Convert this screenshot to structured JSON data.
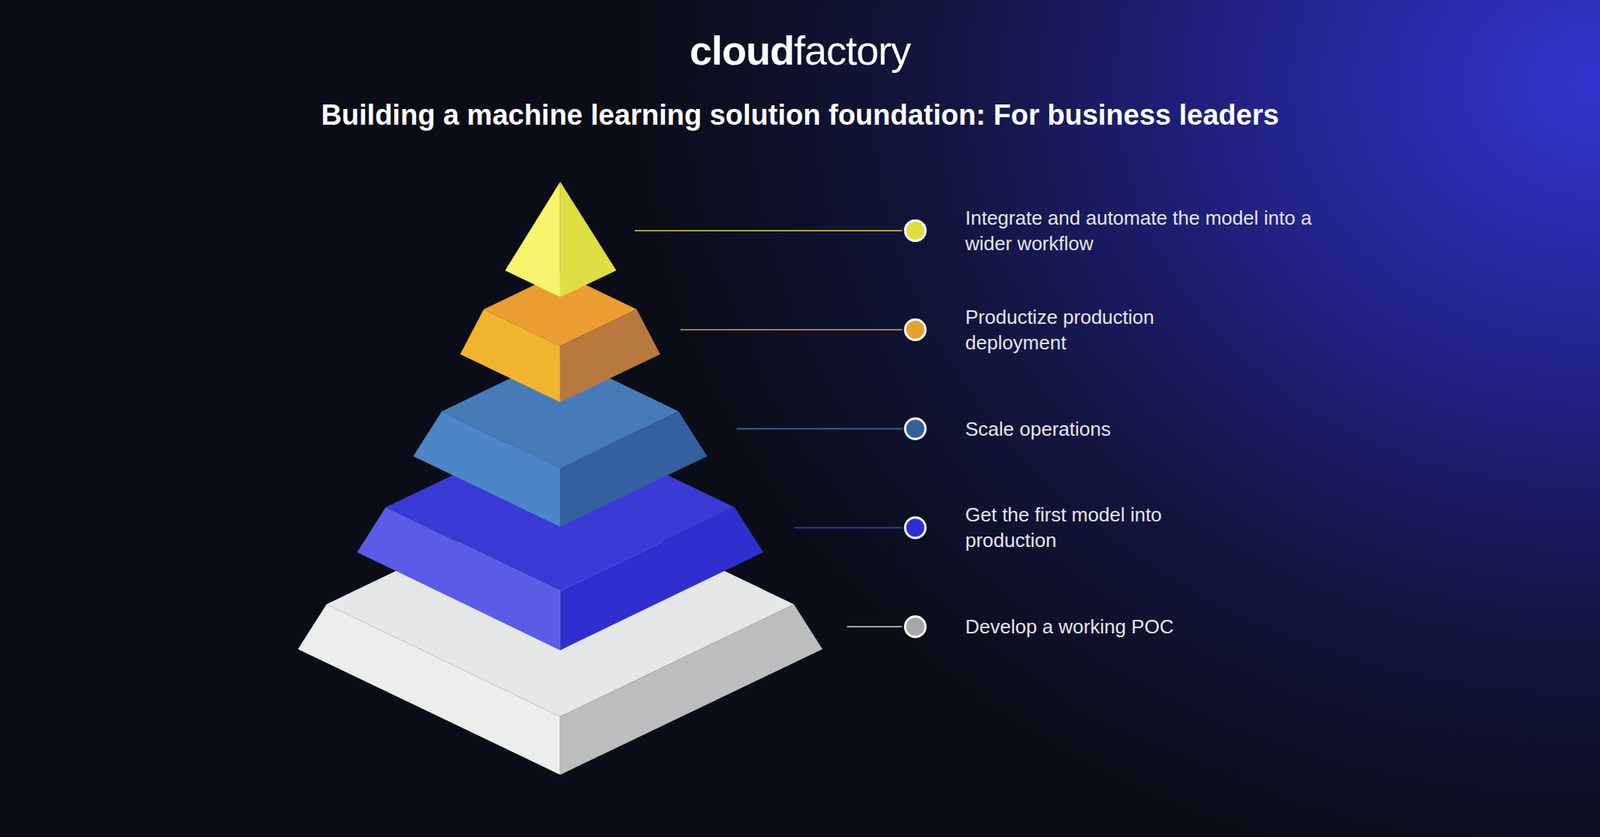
{
  "diagram": {
    "title": "Building a machine learning solution foundation: For business leaders",
    "labels": [
      "cloud",
      "factory",
      "Integrate and automate the model into a wider workflow",
      "Productize production deployment",
      "Scale operations",
      "Get the first model into production",
      "Develop a working POC"
    ]
  }
}
